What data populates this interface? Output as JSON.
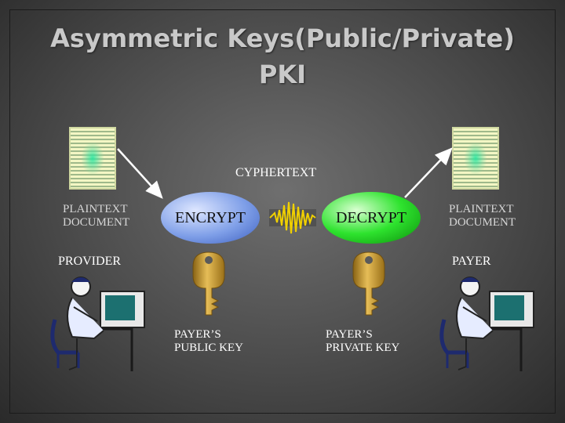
{
  "title": {
    "line1": "Asymmetric Keys(Public/Private)",
    "line2": "PKI"
  },
  "labels": {
    "cyphertext": "CYPHERTEXT",
    "plaintext_left_1": "PLAINTEXT",
    "plaintext_left_2": "DOCUMENT",
    "plaintext_right_1": "PLAINTEXT",
    "plaintext_right_2": "DOCUMENT",
    "encrypt": "ENCRYPT",
    "decrypt": "DECRYPT",
    "provider": "PROVIDER",
    "payer": "PAYER",
    "public_key_1": "PAYER’S",
    "public_key_2": "PUBLIC KEY",
    "private_key_1": "PAYER’S",
    "private_key_2": "PRIVATE KEY"
  },
  "colors": {
    "encrypt_oval": "#7f9fe8",
    "decrypt_oval": "#2ee32e",
    "key_gold": "#c99a2e",
    "signal": "#f0d000"
  },
  "icons": [
    "document-icon",
    "key-icon",
    "signal-icon",
    "person-at-computer-icon",
    "arrow-icon"
  ]
}
